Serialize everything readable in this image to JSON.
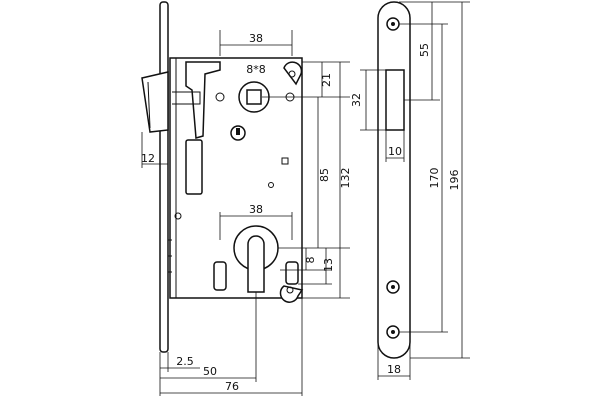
{
  "dimensions": {
    "backset_width": "38",
    "spindle_square": "8*8",
    "spindle_offset": "21",
    "faceplate_offset": "12",
    "center_distance": "85",
    "body_height": "132",
    "cylinder_width": "38",
    "cylinder_upper": "8",
    "cylinder_lower": "13",
    "faceplate_thickness": "2.5",
    "backset": "50",
    "case_depth": "76",
    "strike_top_offset": "55",
    "latch_height": "32",
    "latch_width": "10",
    "screw_distance": "170",
    "plate_height": "196",
    "plate_width": "18"
  }
}
